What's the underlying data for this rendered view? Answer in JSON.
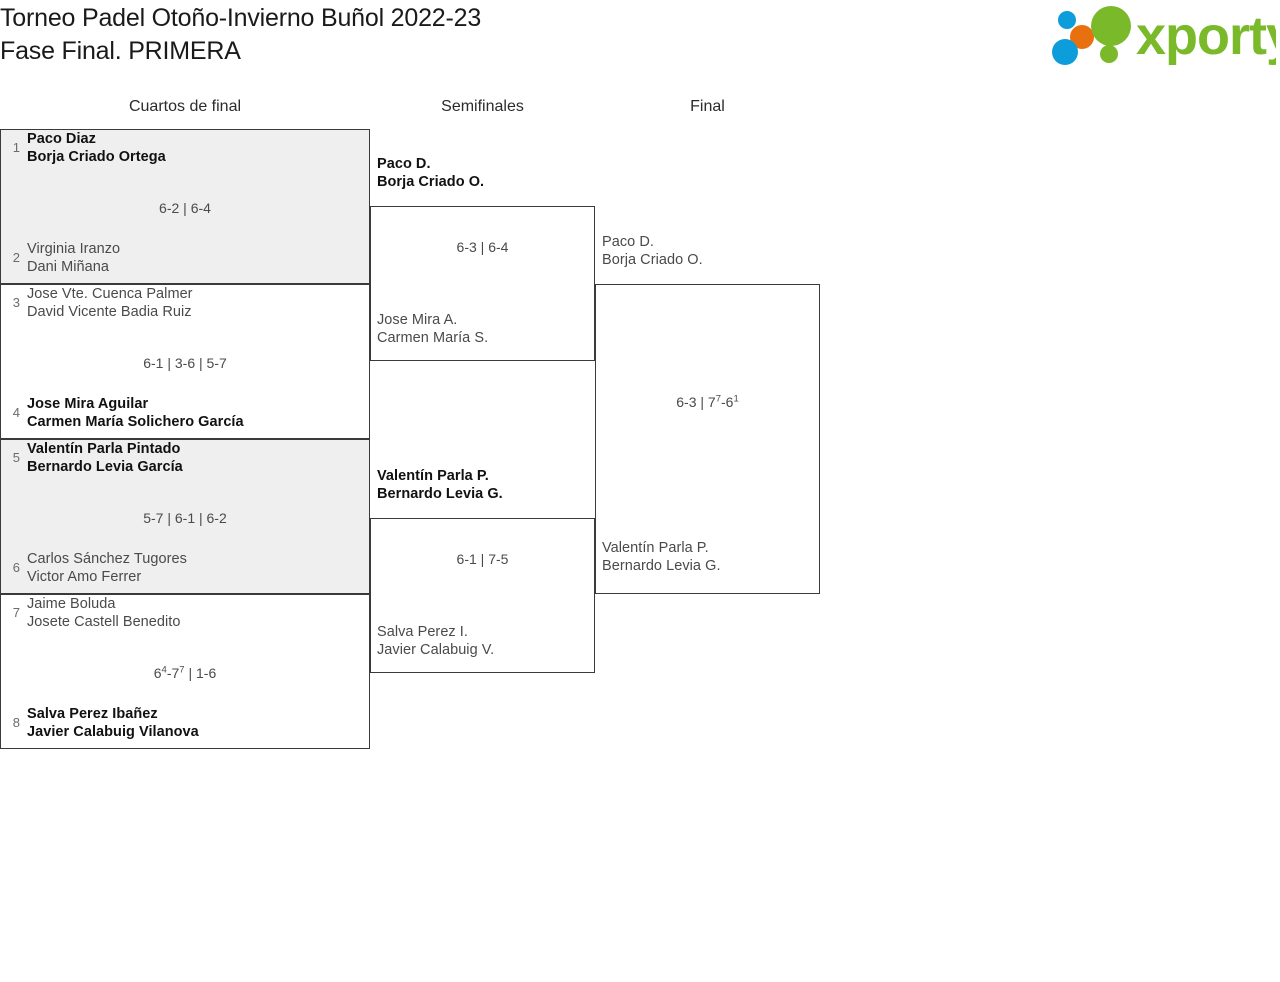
{
  "header": {
    "title_line1": "Torneo Padel Otoño-Invierno Buñol 2022-23",
    "title_line2": "Fase Final. PRIMERA",
    "logo_text": "xporty",
    "logo_colors": {
      "green": "#7ab929",
      "blue": "#0d9ddb",
      "orange": "#e8700f"
    }
  },
  "columns": [
    {
      "label": "Cuartos de final"
    },
    {
      "label": "Semifinales"
    },
    {
      "label": "Final"
    }
  ],
  "rounds": {
    "quarterfinals": [
      {
        "shaded": true,
        "top": {
          "seed": "1",
          "p1": "Paco Diaz",
          "p2": "Borja Criado Ortega",
          "winner": true
        },
        "bottom": {
          "seed": "2",
          "p1": "Virginia Iranzo",
          "p2": "Dani Miñana",
          "winner": false
        },
        "score": [
          {
            "text": "6-2 | 6-4"
          }
        ]
      },
      {
        "shaded": false,
        "top": {
          "seed": "3",
          "p1": "Jose Vte. Cuenca Palmer",
          "p2": "David Vicente Badia Ruiz",
          "winner": false
        },
        "bottom": {
          "seed": "4",
          "p1": "Jose Mira Aguilar",
          "p2": "Carmen María Solichero García",
          "winner": true
        },
        "score": [
          {
            "text": "6-1 | 3-6 | 5-7"
          }
        ]
      },
      {
        "shaded": true,
        "top": {
          "seed": "5",
          "p1": "Valentín Parla Pintado",
          "p2": "Bernardo Levia García",
          "winner": true
        },
        "bottom": {
          "seed": "6",
          "p1": "Carlos Sánchez Tugores",
          "p2": "Victor Amo Ferrer",
          "winner": false
        },
        "score": [
          {
            "text": "5-7 | 6-1 | 6-2"
          }
        ]
      },
      {
        "shaded": false,
        "top": {
          "seed": "7",
          "p1": "Jaime Boluda",
          "p2": "Josete Castell Benedito",
          "winner": false
        },
        "bottom": {
          "seed": "8",
          "p1": "Salva Perez Ibañez",
          "p2": "Javier Calabuig Vilanova",
          "winner": true
        },
        "score": [
          {
            "text": "6"
          },
          {
            "sup": "4"
          },
          {
            "text": "-7"
          },
          {
            "sup": "7"
          },
          {
            "text": " | 1-6"
          }
        ]
      }
    ],
    "semifinals": [
      {
        "top": {
          "p1": "Paco D.",
          "p2": "Borja Criado O.",
          "winner": true
        },
        "bottom": {
          "p1": "Jose Mira A.",
          "p2": "Carmen María S.",
          "winner": false
        },
        "score": [
          {
            "text": "6-3 | 6-4"
          }
        ]
      },
      {
        "top": {
          "p1": "Valentín Parla P.",
          "p2": "Bernardo Levia G.",
          "winner": true
        },
        "bottom": {
          "p1": "Salva Perez I.",
          "p2": "Javier Calabuig V.",
          "winner": false
        },
        "score": [
          {
            "text": "6-1 | 7-5"
          }
        ]
      }
    ],
    "final": [
      {
        "top": {
          "p1": "Paco D.",
          "p2": "Borja Criado O.",
          "winner": false
        },
        "bottom": {
          "p1": "Valentín Parla P.",
          "p2": "Bernardo Levia G.",
          "winner": false
        },
        "score": [
          {
            "text": "6-3 | 7"
          },
          {
            "sup": "7"
          },
          {
            "text": "-6"
          },
          {
            "sup": "1"
          }
        ]
      }
    ]
  }
}
